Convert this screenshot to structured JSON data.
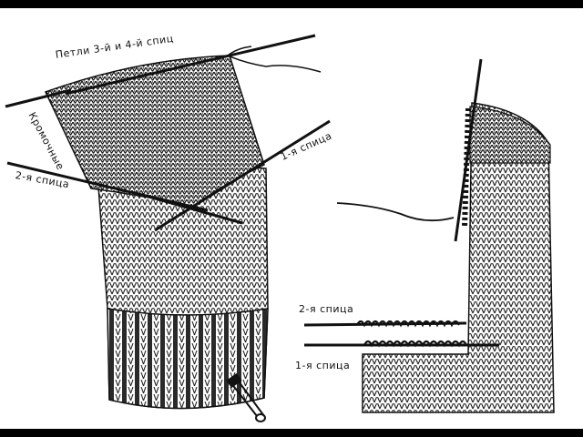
{
  "labels": {
    "rows_34": "Петли 3-й и 4-й спиц",
    "selvage": "Кромочные",
    "needle2_left": "2-я спица",
    "needle1_left": "1-я спица",
    "needle2_right": "2-я спица",
    "needle1_right": "1-я спица"
  },
  "colors": {
    "background": "#000000",
    "paper": "#ffffff",
    "ink": "#111111"
  }
}
